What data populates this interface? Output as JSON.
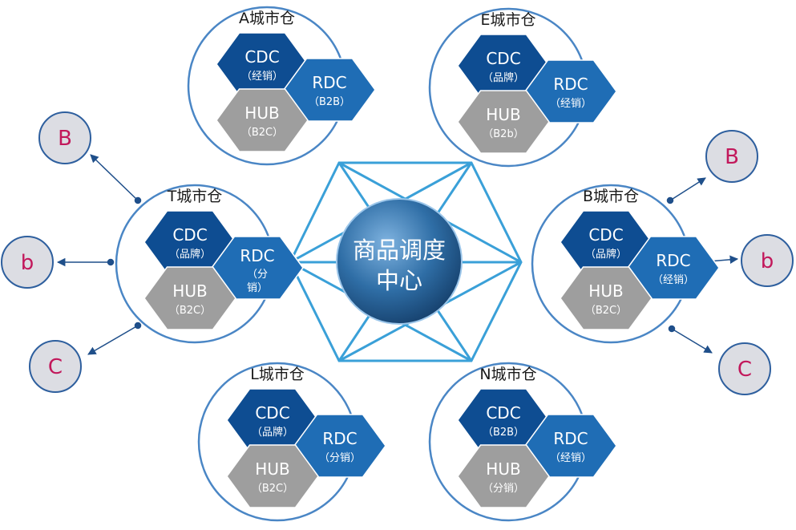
{
  "center": {
    "line1": "商品调度",
    "line2": "中心"
  },
  "warehouses": [
    {
      "id": "A",
      "title": "A城市仓",
      "cdc": {
        "label": "CDC",
        "sub": "（经销）"
      },
      "rdc": {
        "label": "RDC",
        "sub": "（B2B）"
      },
      "hub": {
        "label": "HUB",
        "sub": "（B2C）"
      }
    },
    {
      "id": "E",
      "title": "E城市仓",
      "cdc": {
        "label": "CDC",
        "sub": "（品牌）"
      },
      "rdc": {
        "label": "RDC",
        "sub": "（经销）"
      },
      "hub": {
        "label": "HUB",
        "sub": "（B2b）"
      }
    },
    {
      "id": "T",
      "title": "T城市仓",
      "cdc": {
        "label": "CDC",
        "sub": "（品牌）"
      },
      "rdc": {
        "label": "RDC",
        "sub": "（分",
        "sub2": "销）"
      },
      "hub": {
        "label": "HUB",
        "sub": "（B2C）"
      }
    },
    {
      "id": "B",
      "title": "B城市仓",
      "cdc": {
        "label": "CDC",
        "sub": "（品牌）"
      },
      "rdc": {
        "label": "RDC",
        "sub": "（经销）"
      },
      "hub": {
        "label": "HUB",
        "sub": "（B2C）"
      }
    },
    {
      "id": "L",
      "title": "L城市仓",
      "cdc": {
        "label": "CDC",
        "sub": "（品牌）"
      },
      "rdc": {
        "label": "RDC",
        "sub": "（分销）"
      },
      "hub": {
        "label": "HUB",
        "sub": "（B2C）"
      }
    },
    {
      "id": "N",
      "title": "N城市仓",
      "cdc": {
        "label": "CDC",
        "sub": "（B2B）"
      },
      "rdc": {
        "label": "RDC",
        "sub": "（经销）"
      },
      "hub": {
        "label": "HUB",
        "sub": "（分销）"
      }
    }
  ],
  "leaves": {
    "left": [
      "B",
      "b",
      "C"
    ],
    "right": [
      "B",
      "b",
      "C"
    ]
  },
  "colors": {
    "cdc": "#0e4d92",
    "rdc": "#1f6db5",
    "hub": "#9e9e9e",
    "circle_stroke": "#4a86c5",
    "network_line": "#3aa0d8",
    "leaf_fill": "#dcdde3",
    "leaf_stroke": "#2e5f9e",
    "leaf_text": "#c2185b",
    "center_fill": "#2d6fa8"
  }
}
